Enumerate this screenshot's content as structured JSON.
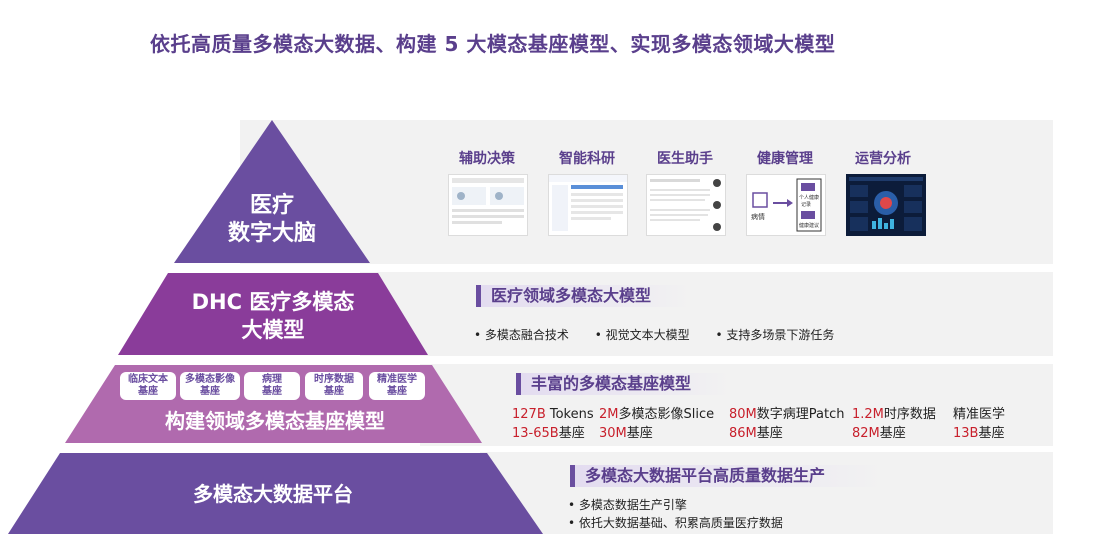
{
  "title": "依托高质量多模态大数据、构建 5 大模态基座模型、实现多模态领域大模型",
  "tiers": {
    "top": {
      "line1": "医疗",
      "line2": "数字大脑"
    },
    "second": {
      "line1": "DHC 医疗多模态",
      "line2": "大模型"
    },
    "third": {
      "chips": [
        {
          "l1": "临床文本",
          "l2": "基座"
        },
        {
          "l1": "多模态影像",
          "l2": "基座"
        },
        {
          "l1": "病理",
          "l2": "基座"
        },
        {
          "l1": "时序数据",
          "l2": "基座"
        },
        {
          "l1": "精准医学",
          "l2": "基座"
        }
      ],
      "label": "构建领域多模态基座模型"
    },
    "bottom": {
      "label": "多模态大数据平台"
    }
  },
  "apps": [
    "辅助决策",
    "智能科研",
    "医生助手",
    "健康管理",
    "运营分析"
  ],
  "thumb_texts": {
    "health_left": "病情",
    "health_r1": "个人健康",
    "health_r2": "记录",
    "health_r3": "健康建议"
  },
  "domain_model": {
    "heading": "医疗领域多模态大模型",
    "bullets": [
      "• 多模态融合技术",
      "• 视觉文本大模型",
      "• 支持多场景下游任务"
    ]
  },
  "base_models": {
    "heading": "丰富的多模态基座模型",
    "stats": [
      {
        "n1": "127B",
        "t1": " Tokens",
        "n2": "13-65B",
        "t2": "基座"
      },
      {
        "n1": "2M",
        "t1": "多模态影像Slice",
        "n2": "30M",
        "t2": "基座"
      },
      {
        "n1": "80M",
        "t1": "数字病理Patch",
        "n2": "86M",
        "t2": "基座"
      },
      {
        "n1": "1.2M",
        "t1": "时序数据",
        "n2": "82M",
        "t2": "基座"
      },
      {
        "n1": "",
        "t1": "精准医学",
        "n2": "13B",
        "t2": "基座"
      }
    ]
  },
  "platform": {
    "heading": "多模态大数据平台高质量数据生产",
    "items": [
      "• 多模态数据生产引擎",
      "• 依托大数据基础、积累高质量医疗数据"
    ]
  },
  "colors": {
    "purple_dark": "#6a4ea0",
    "purple_mid": "#8a3c9a",
    "purple_light": "#b06aae",
    "red": "#c8202c"
  }
}
